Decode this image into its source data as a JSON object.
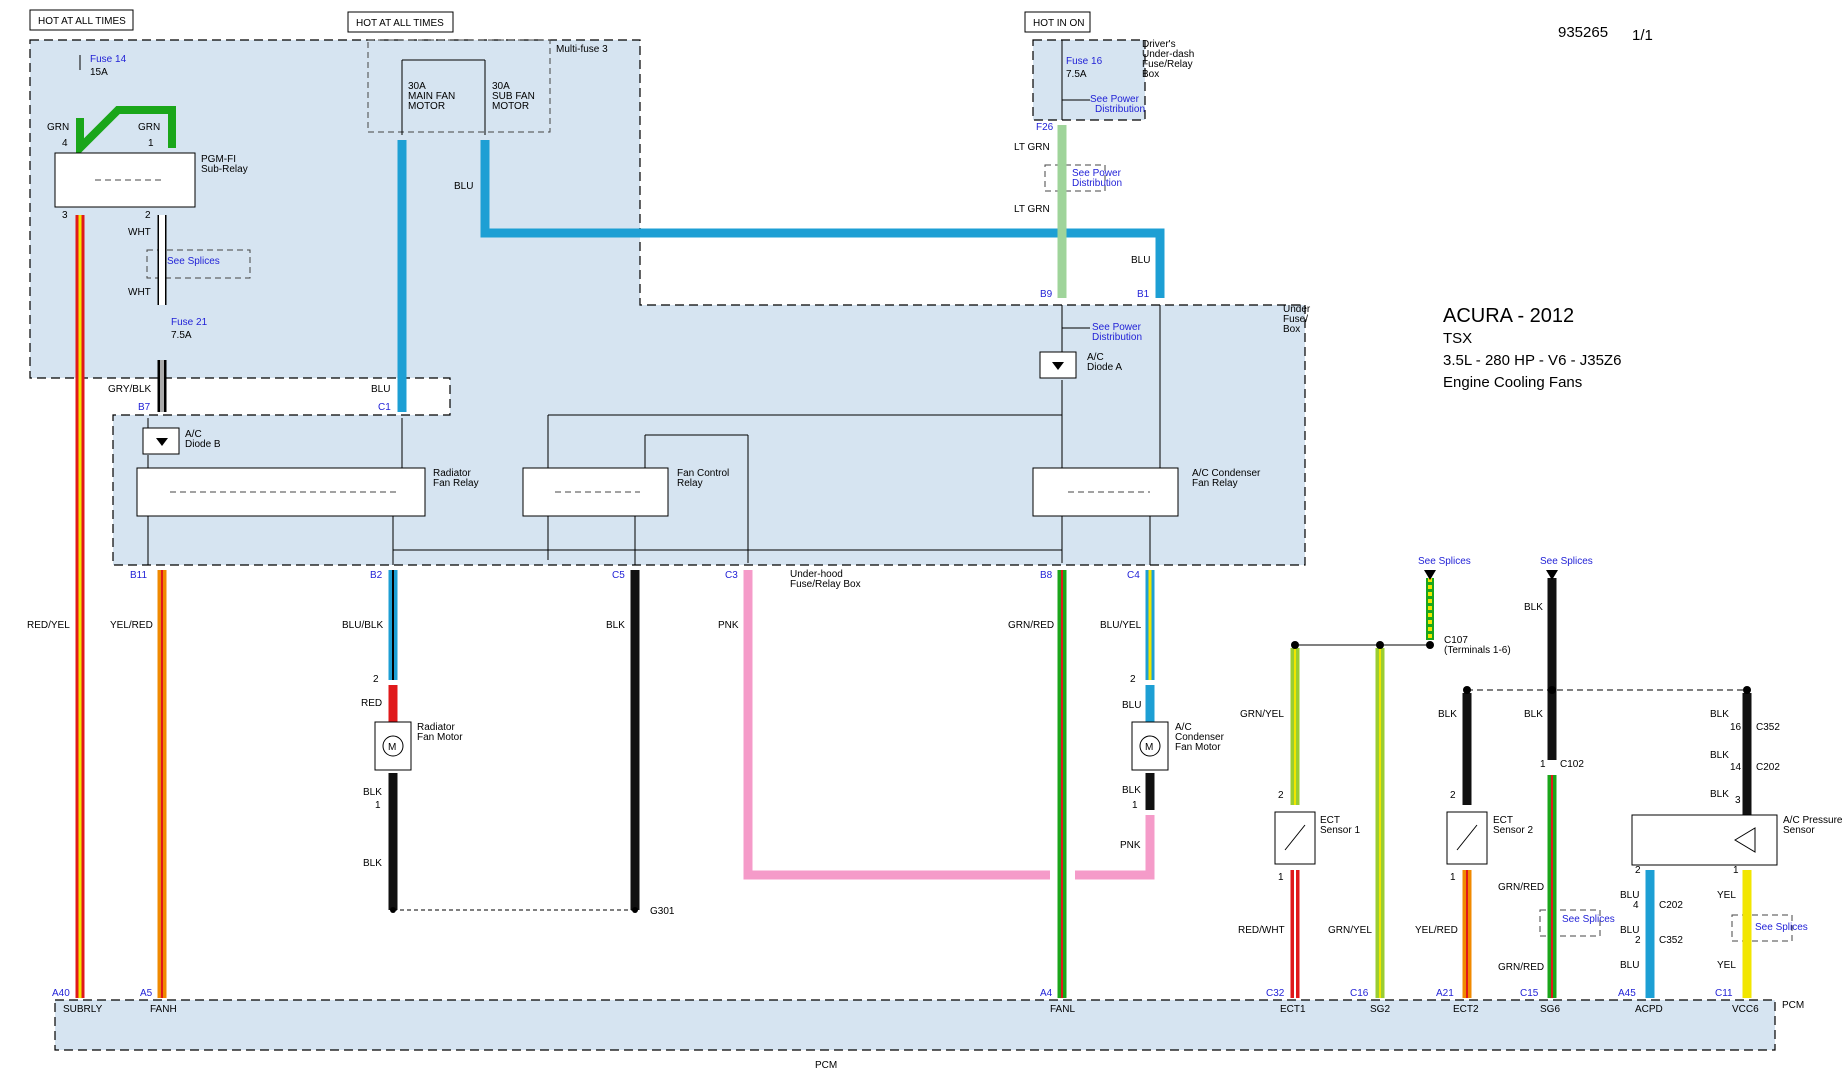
{
  "doc": {
    "id": "935265",
    "page": "1/1",
    "make_year": "ACURA - 2012",
    "model": "TSX",
    "engine": "3.5L -  280 HP - V6 - J35Z6",
    "system": "Engine Cooling Fans"
  },
  "power_tags": {
    "hot1": "HOT AT ALL TIMES",
    "hot2": "HOT AT ALL TIMES",
    "hot3": "HOT IN ON"
  },
  "fuses": {
    "f14_name": "Fuse 14",
    "f14_rating": "15A",
    "f21_name": "Fuse 21",
    "f21_rating": "7.5A",
    "f16_name": "Fuse 16",
    "f16_rating": "7.5A",
    "main_fan": [
      "30A",
      "MAIN FAN",
      "MOTOR"
    ],
    "sub_fan": [
      "30A",
      "SUB FAN",
      "MOTOR"
    ],
    "multifuse": "Multi-fuse 3"
  },
  "boxes": {
    "driver_box": [
      "Driver's",
      "Under-dash",
      "Fuse/Relay",
      "Box"
    ],
    "underhood_short": [
      "Under",
      "Fuse/",
      "Box"
    ],
    "underhood_full": [
      "Under-hood",
      "Fuse/Relay Box"
    ]
  },
  "components": {
    "pgmfi": [
      "PGM-FI",
      "Sub-Relay"
    ],
    "diode_a": [
      "A/C",
      "Diode A"
    ],
    "diode_b": [
      "A/C",
      "Diode B"
    ],
    "rad_relay": [
      "Radiator",
      "Fan Relay"
    ],
    "fan_ctrl_relay": [
      "Fan Control",
      "Relay"
    ],
    "ac_cond_relay": [
      "A/C Condenser",
      "Fan Relay"
    ],
    "rad_motor": [
      "Radiator",
      "Fan Motor"
    ],
    "ac_motor": [
      "A/C",
      "Condenser",
      "Fan Motor"
    ],
    "ect1": [
      "ECT",
      "Sensor 1"
    ],
    "ect2": [
      "ECT",
      "Sensor 2"
    ],
    "acp": [
      "A/C Pressure",
      "Sensor"
    ],
    "pcm": "PCM",
    "pcm_bottom": "PCM",
    "g301": "G301",
    "c107": [
      "C107",
      "(Terminals 1-6)"
    ]
  },
  "links": {
    "see_splices": "See Splices",
    "see_power": [
      "See Power",
      "Distribution"
    ]
  },
  "wires": {
    "grn": "GRN",
    "wht": "WHT",
    "gry_blk": "GRY/BLK",
    "blu": "BLU",
    "lt_grn": "LT GRN",
    "red_yel": "RED/YEL",
    "yel_red": "YEL/RED",
    "blu_blk": "BLU/BLK",
    "red": "RED",
    "blk": "BLK",
    "pnk": "PNK",
    "grn_red": "GRN/RED",
    "blu_yel": "BLU/YEL",
    "grn_yel": "GRN/YEL",
    "red_wht": "RED/WHT",
    "yel": "YEL"
  },
  "connectors": {
    "B7": "B7",
    "C1": "C1",
    "B9": "B9",
    "B1": "B1",
    "F26": "F26",
    "B11": "B11",
    "B2": "B2",
    "C5": "C5",
    "C3": "C3",
    "B8": "B8",
    "C4": "C4",
    "A40": "A40",
    "A5": "A5",
    "A4": "A4",
    "C32": "C32",
    "C16": "C16",
    "A21": "A21",
    "C15": "C15",
    "A45": "A45",
    "C11": "C11",
    "C102": "C102",
    "C202": "C202",
    "C352": "C352"
  },
  "pins": {
    "p1": "1",
    "p2": "2",
    "p3": "3",
    "p4": "4",
    "p14": "14",
    "p16": "16"
  },
  "pcm_pins": {
    "subrly": "SUBRLY",
    "fanh": "FANH",
    "fanl": "FANL",
    "ect1": "ECT1",
    "sg2": "SG2",
    "ect2": "ECT2",
    "sg6": "SG6",
    "acpd": "ACPD",
    "vcc6": "VCC6"
  },
  "colors": {
    "zone": "#d6e4f1",
    "blue": "#1d9fd4",
    "green": "#1aa61a",
    "lt_green": "#9fd49a",
    "red": "#e0191b",
    "yellow": "#f2e600",
    "pink": "#f59bc9",
    "black": "#111111",
    "orange": "#f08a00",
    "label_blue": "#1f1fd6"
  }
}
